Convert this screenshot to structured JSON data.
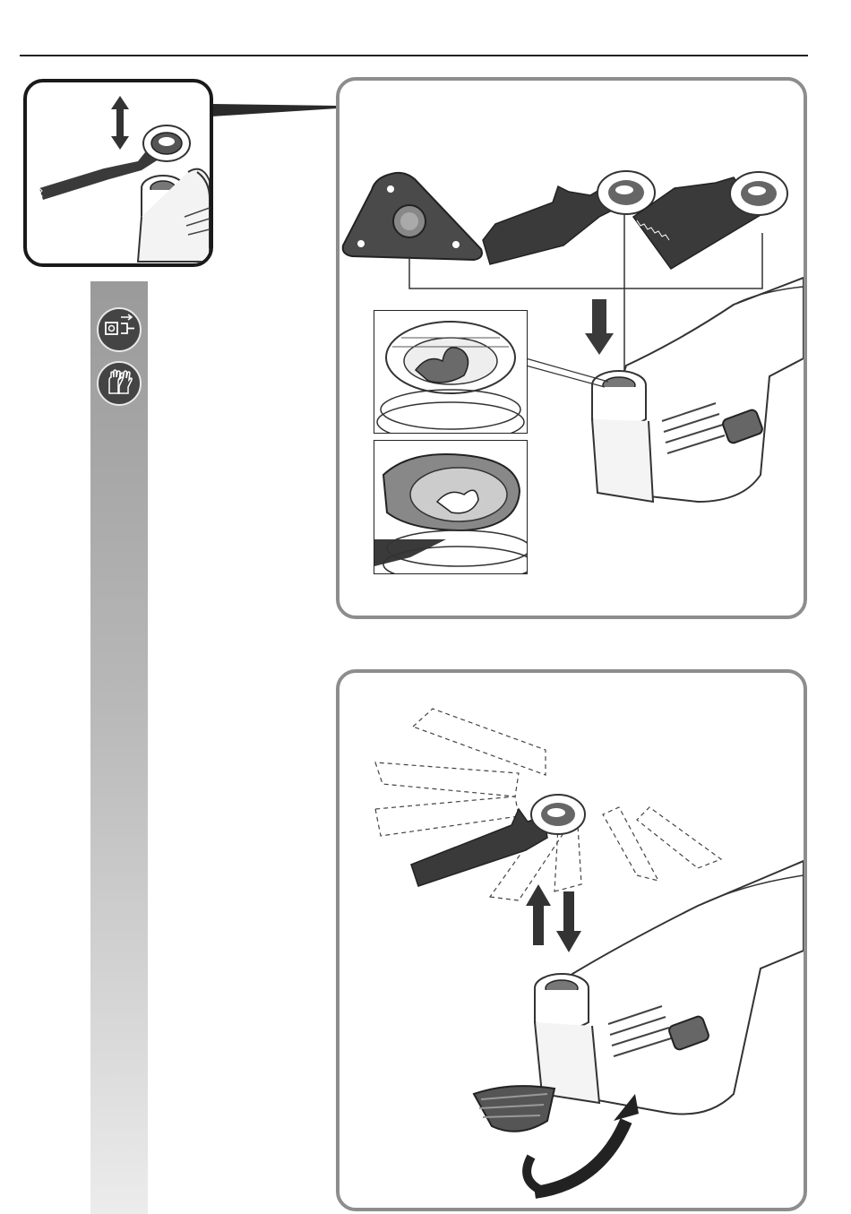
{
  "page": {
    "header_rule": true
  },
  "sidebar": {
    "icons": [
      {
        "name": "unplug-power-icon"
      },
      {
        "name": "gloves-icon"
      }
    ]
  },
  "figures": {
    "inset": {
      "icon": "blade-exchange-thumbnail"
    },
    "panel_1": {
      "accessories": [
        "triangular-sanding-pad",
        "plunge-cut-blade",
        "segment-saw-blade"
      ],
      "detail_views": 2
    },
    "panel_2": {
      "icon": "blade-angle-positioning"
    }
  },
  "colors": {
    "frame_gray": "#8d8d8d",
    "inset_border": "#1a1a1a",
    "tool_gray": "#4a4a4a"
  }
}
